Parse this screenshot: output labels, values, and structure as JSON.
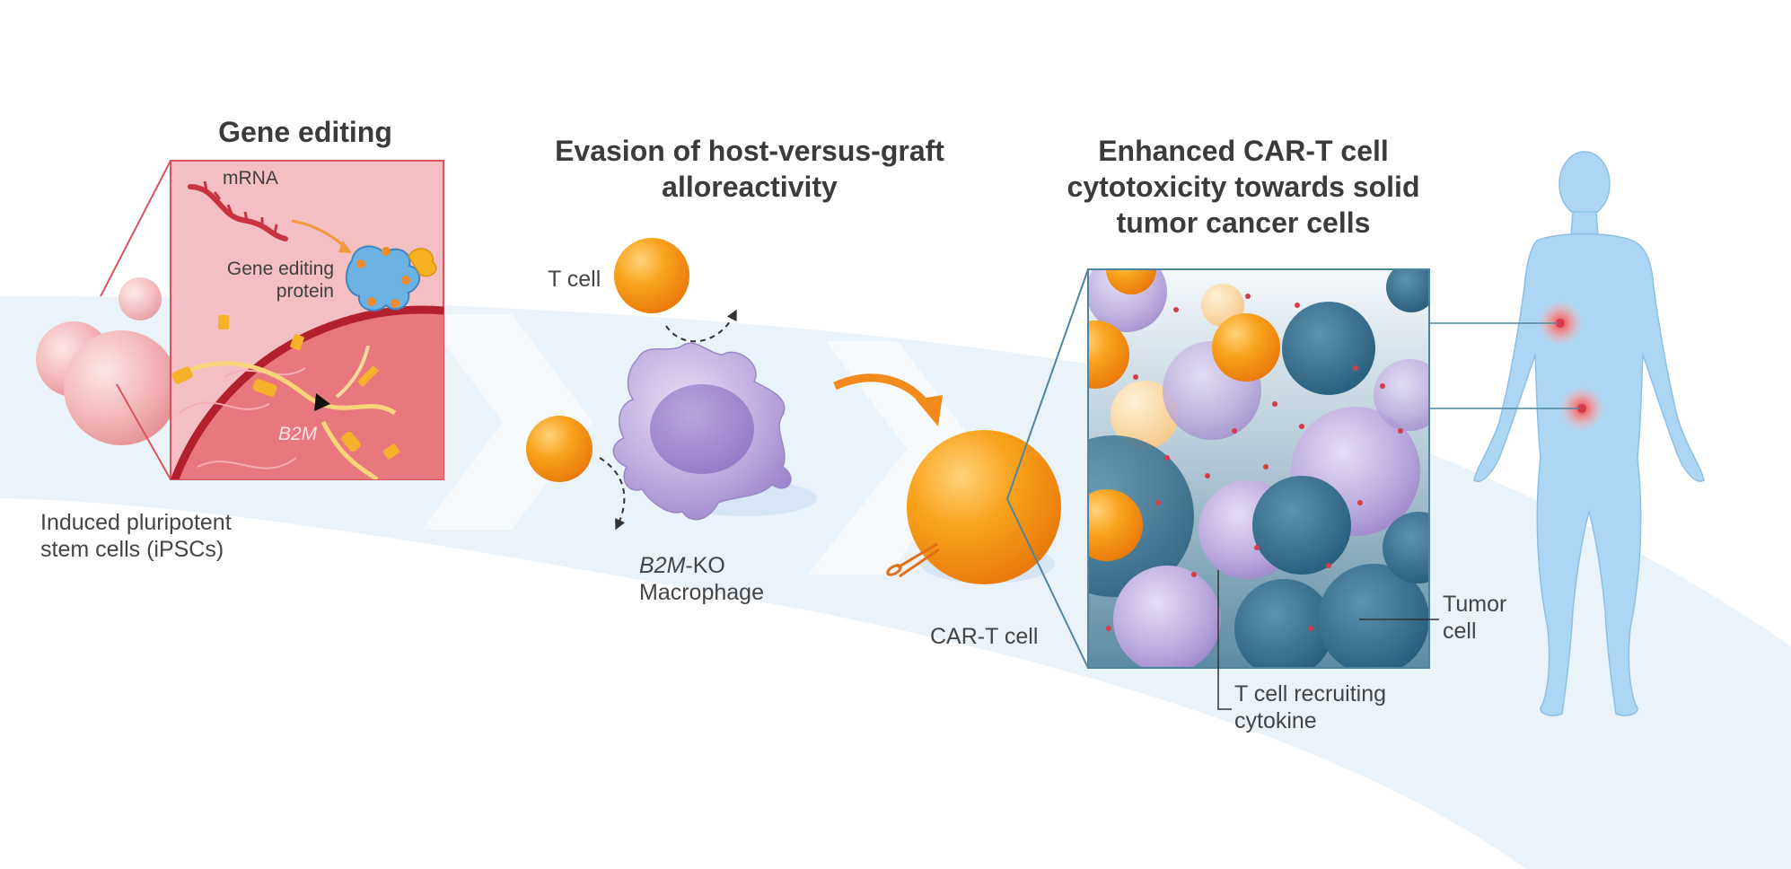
{
  "headings": {
    "gene_editing": "Gene editing",
    "evasion": [
      "Evasion of host-versus-graft",
      "alloreactivity"
    ],
    "enhanced": [
      "Enhanced CAR-T cell",
      "cytotoxicity towards solid",
      "tumor cancer cells"
    ]
  },
  "labels": {
    "mrna": "mRNA",
    "gene_editing_protein": [
      "Gene editing",
      "protein"
    ],
    "b2m": "B2M",
    "ipsc": [
      "Induced pluripotent",
      "stem cells (iPSCs)"
    ],
    "t_cell": "T cell",
    "macrophage_gene": "B2M",
    "macrophage_suffix": "-KO",
    "macrophage": "Macrophage",
    "car_t": "CAR-T cell",
    "tumor_cell": [
      "Tumor",
      "cell"
    ],
    "cytokine": [
      "T cell recruiting",
      "cytokine"
    ]
  },
  "colors": {
    "band": "#e8f2fa",
    "pink_box": "#f2b9bc",
    "pink_border": "#d9545d",
    "orange": "#f7a21b",
    "purple": "#b7a6da",
    "tumor_blue": "#2f6f8f",
    "body_blue": "#a9d4f2"
  }
}
